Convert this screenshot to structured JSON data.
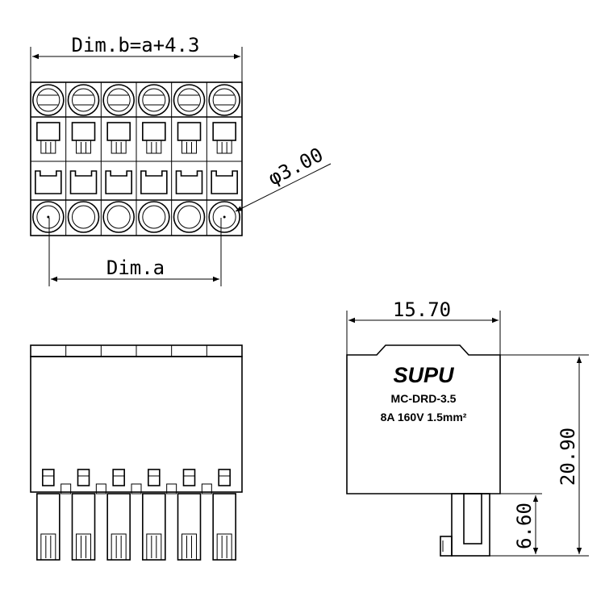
{
  "top_view": {
    "dim_b_label": "Dim.b=a+4.3",
    "dim_a_label": "Dim.a",
    "hole_dia_label": "φ3.00",
    "poles": 6
  },
  "side_view": {
    "width_label": "15.70",
    "height_label": "20.90",
    "pin_label": "6.60",
    "brand": "SUPU",
    "model": "MC-DRD-3.5",
    "rating": "8A  160V  1.5mm²"
  },
  "front_view": {
    "poles": 6
  }
}
